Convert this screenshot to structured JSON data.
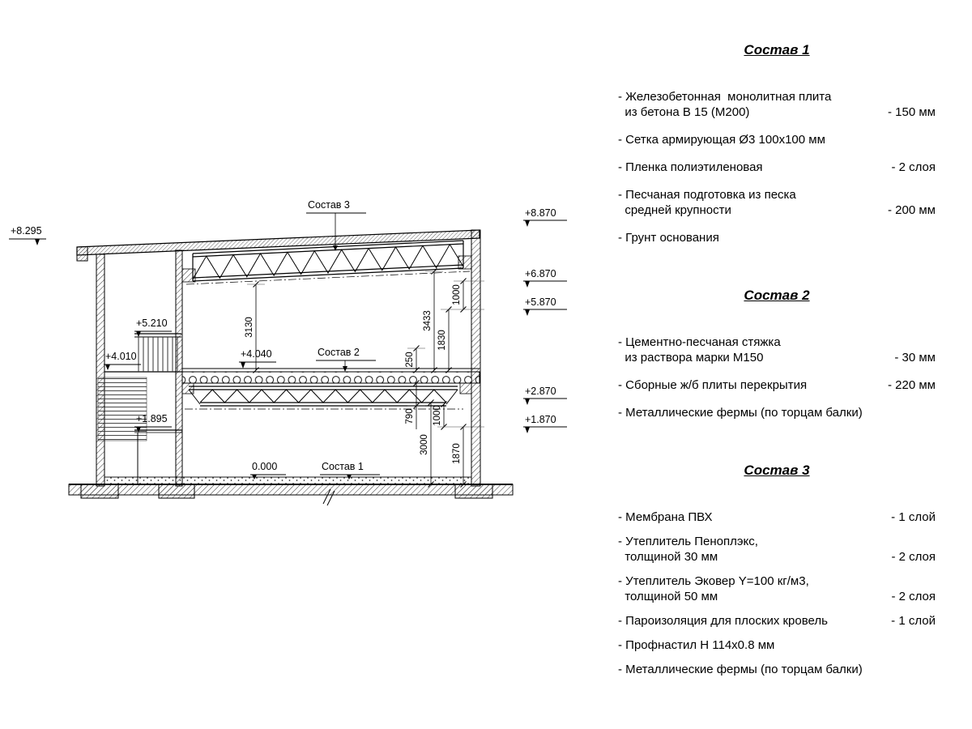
{
  "drawing": {
    "elevation_left": "+8.295",
    "elevations_right": [
      "+8.870",
      "+6.870",
      "+5.870",
      "+2.870",
      "+1.870"
    ],
    "stair_levels": [
      "+5.210",
      "+4.010",
      "+1.895"
    ],
    "callouts": {
      "sostav1": "Состав 1",
      "sostav2": "Состав 2",
      "sostav3": "Состав 3",
      "level_4040": "+4.040",
      "level_zero": "0.000"
    },
    "dims_upper": [
      "3130",
      "250",
      "3433",
      "1830",
      "1000"
    ],
    "dims_lower": [
      "790",
      "3000",
      "1000",
      "1870"
    ]
  },
  "sections": [
    {
      "title": "Состав 1",
      "items": [
        {
          "text": "- Железобетонная  монолитная плита\n  из бетона В 15 (М200)",
          "value": "- 150 мм"
        },
        {
          "text": "- Сетка армирующая Ø3 100x100 мм"
        },
        {
          "text": "- Пленка полиэтиленовая",
          "value": "- 2 слоя"
        },
        {
          "text": "- Песчаная подготовка из песка\n  средней крупности",
          "value": "- 200 мм"
        },
        {
          "text": "- Грунт основания"
        }
      ]
    },
    {
      "title": "Состав 2",
      "items": [
        {
          "text": "- Цементно-песчаная стяжка\n  из раствора марки М150",
          "value": "- 30 мм"
        },
        {
          "text": "- Сборные ж/б плиты перекрытия",
          "value": "- 220 мм"
        },
        {
          "text": "- Металлические фермы (по торцам балки)"
        }
      ]
    },
    {
      "title": "Состав 3",
      "items": [
        {
          "text": "- Мембрана ПВХ",
          "value": "- 1 слой"
        },
        {
          "text": "- Утеплитель Пеноплэкс,\n  толщиной 30 мм",
          "value": "- 2 слоя"
        },
        {
          "text": "- Утеплитель Эковер Y=100 кг/м3,\n  толщиной 50 мм",
          "value": "- 2 слоя"
        },
        {
          "text": "- Пароизоляция для плоских кровель",
          "value": "- 1 слой"
        },
        {
          "text": "- Профнастил Н 114x0.8 мм"
        },
        {
          "text": "- Металлические фермы (по торцам балки)"
        }
      ]
    }
  ]
}
